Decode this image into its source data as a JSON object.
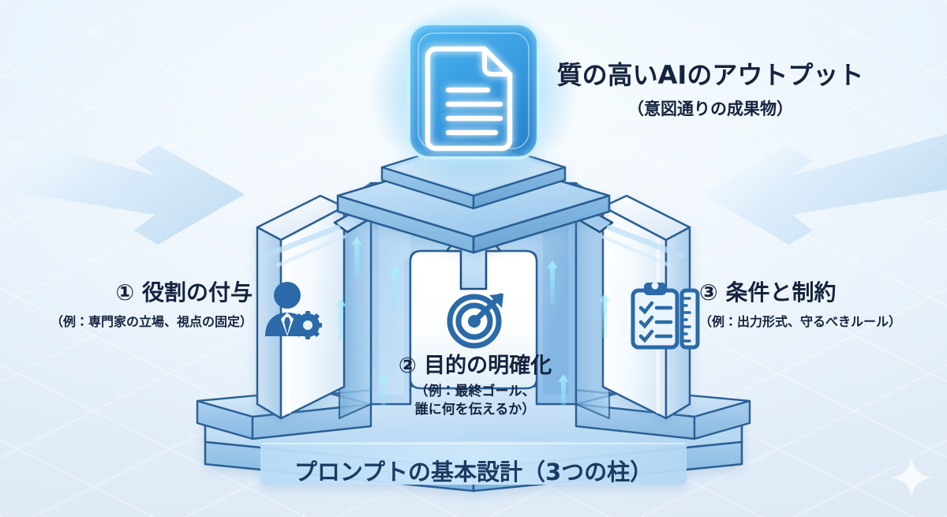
{
  "meta": {
    "title": "プロンプトの基本設計（3つの柱）",
    "background_color": "#e7f1fa",
    "text_color": "#15233f",
    "accent_color": "#2f7fc4",
    "glow_color": "#7fe3ff"
  },
  "output": {
    "headline": "質の高いAIのアウトプット",
    "subline": "（意図通りの成果物）",
    "icon": "document-icon"
  },
  "pillars": [
    {
      "number": "①",
      "title": "① 役割の付与",
      "example": "（例：専門家の立場、視点の固定）",
      "icon": "user-gear-icon",
      "position": "left"
    },
    {
      "number": "②",
      "title": "② 目的の明確化",
      "example_line1": "（例：最終ゴール、",
      "example_line2": "誰に何を伝えるか）",
      "icon": "target-arrow-icon",
      "position": "center"
    },
    {
      "number": "③",
      "title": "③ 条件と制約",
      "example": "（例：出力形式、守るべきルール）",
      "icon": "clipboard-checklist-ruler-icon",
      "position": "right"
    }
  ],
  "base": {
    "caption": "プロンプトの基本設計（3つの柱）"
  },
  "decor": {
    "sparkle": "sparkle-icon",
    "arrows": [
      "arrow-up-left-diagonal",
      "arrow-up-center",
      "arrow-up-right-diagonal"
    ]
  }
}
